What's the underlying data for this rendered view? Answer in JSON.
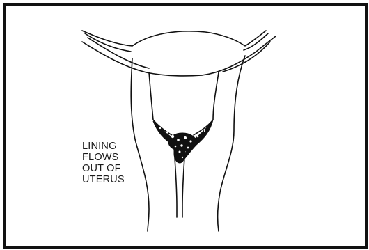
{
  "caption": {
    "lines": [
      "LINING",
      "FLOWS",
      "OUT OF",
      "UTERUS"
    ]
  },
  "colors": {
    "ink": "#111111",
    "background": "#ffffff"
  }
}
